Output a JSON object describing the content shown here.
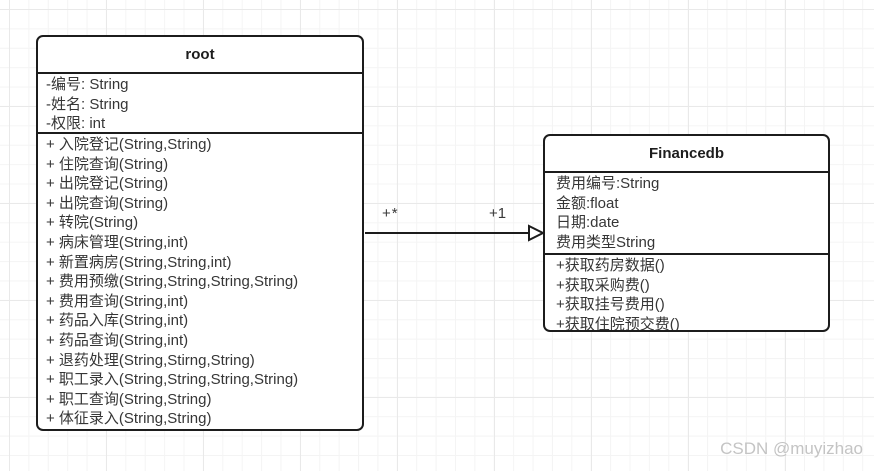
{
  "diagram": {
    "classes": [
      {
        "id": "root",
        "title": "root",
        "attributes": [
          "-编号: String",
          "-姓名: String",
          "-权限: int"
        ],
        "methods": [
          "+ 入院登记(String,String)",
          "+ 住院查询(String)",
          "+ 出院登记(String)",
          "+ 出院查询(String)",
          "+ 转院(String)",
          "+ 病床管理(String,int)",
          "+ 新置病房(String,String,int)",
          "+ 费用预缴(String,String,String,String)",
          "+ 费用查询(String,int)",
          "+ 药品入库(String,int)",
          "+ 药品查询(String,int)",
          "+ 退药处理(String,Stirng,String)",
          "+ 职工录入(String,String,String,String)",
          "+ 职工查询(String,String)",
          "+ 体征录入(String,String)"
        ]
      },
      {
        "id": "financedb",
        "title": "Financedb",
        "attributes": [
          "费用编号:String",
          "金额:float",
          "日期:date",
          "费用类型String"
        ],
        "methods": [
          "+获取药房数据()",
          "+获取采购费()",
          "+获取挂号费用()",
          "+获取住院预交费()"
        ]
      }
    ],
    "association": {
      "from": "root",
      "to": "Financedb",
      "arrowhead": "open-triangle",
      "source_multiplicity": "+*",
      "target_multiplicity": "+1"
    },
    "colors": {
      "border": "#1c1c1c",
      "text": "#363636",
      "grid_minor": "#f4f4f4",
      "grid_major": "#e9e9e9",
      "watermark": "#c4c4c4"
    }
  },
  "watermark": "CSDN @muyizhao"
}
